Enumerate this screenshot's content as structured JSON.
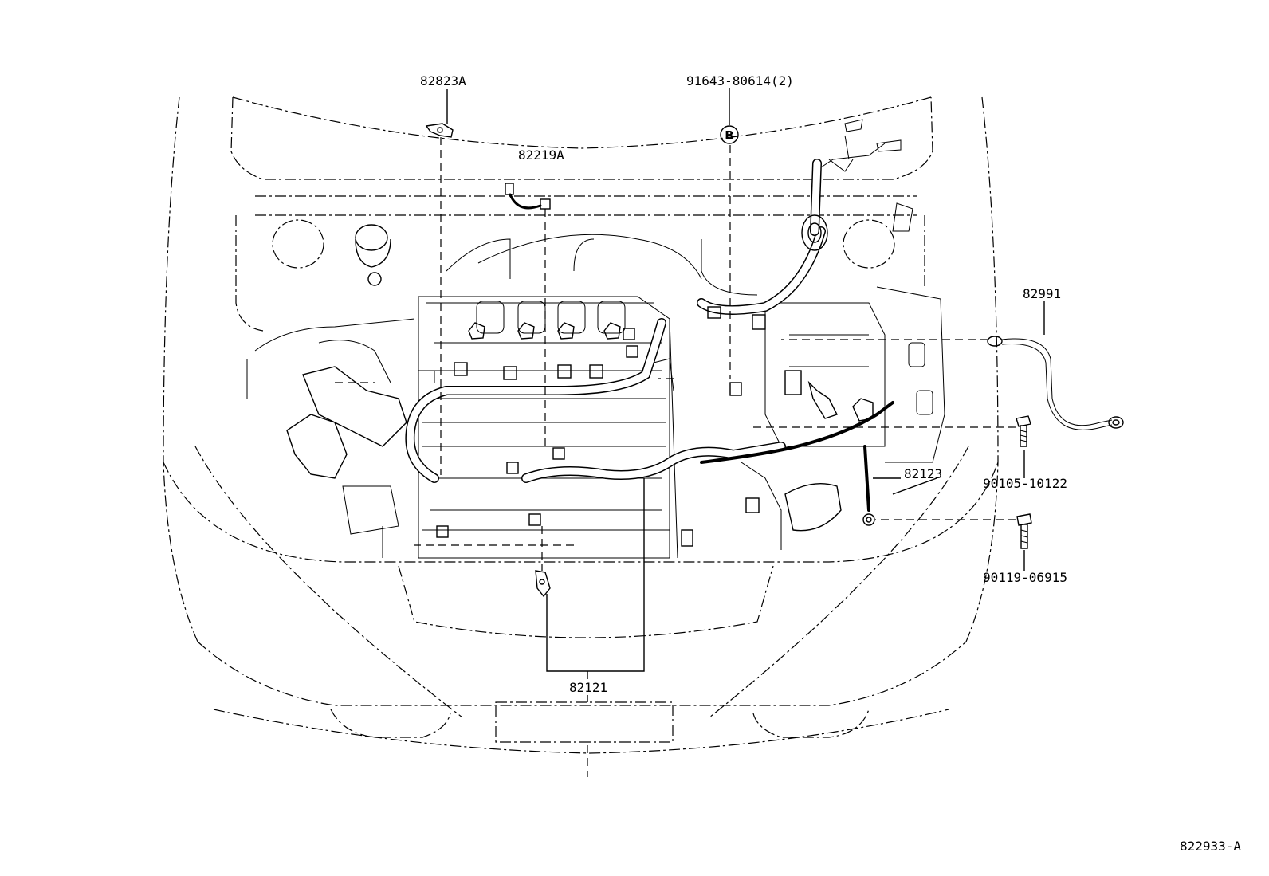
{
  "labels": {
    "p82823A": "82823A",
    "p82219A": "82219A",
    "p91643": "91643-80614(2)",
    "ref_b": "B",
    "p82991": "82991",
    "p90105": "90105-10122",
    "p82123": "82123",
    "p90119": "90119-06915",
    "p82121": "82121",
    "drawing_code": "822933-A"
  }
}
